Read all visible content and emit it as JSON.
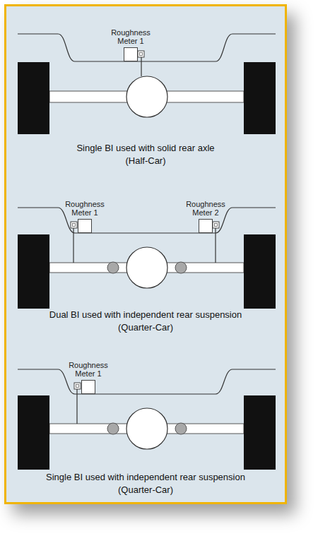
{
  "diagram": {
    "nodes": [
      {
        "text": [
          "Roughness Meter 1"
        ]
      },
      {
        "text": [
          "Roughness Meter 1"
        ]
      },
      {
        "text": [
          "Roughness Meter 2"
        ]
      },
      {
        "text": [
          "Roughness Meter 1"
        ]
      }
    ],
    "labels": [
      "Single BI used with solid rear axle",
      "(Half-Car)",
      "Dual BI used with independent rear suspension",
      "(Quarter-Car)",
      "Single BI used with independent rear suspension",
      "(Quarter-Car)"
    ]
  }
}
